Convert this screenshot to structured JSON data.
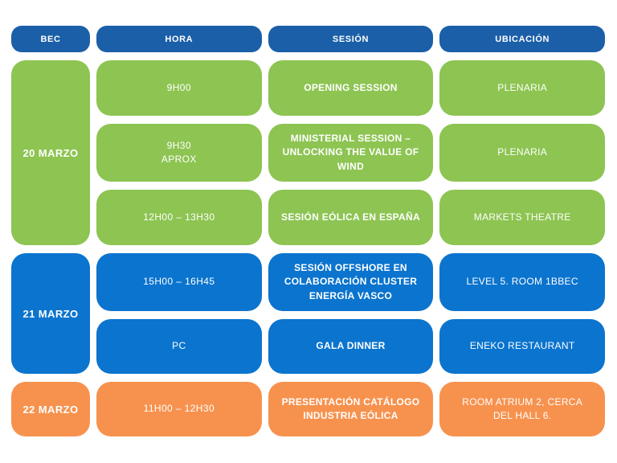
{
  "palette": {
    "header_blue": "#1B5FA8",
    "green": "#8DC452",
    "blue": "#0B74CE",
    "orange": "#F7924E",
    "background": "#FFFFFF",
    "text": "#FFFFFF"
  },
  "header": {
    "columns": {
      "bec": "BEC",
      "hora": "HORA",
      "sesion": "SESIÓN",
      "ubicacion": "UBICACIÓN"
    }
  },
  "groups": [
    {
      "date": "20 MARZO",
      "color": "green",
      "rows": [
        {
          "hora": "9H00",
          "sesion": "OPENING SESSION",
          "ubicacion": "PLENARIA"
        },
        {
          "hora": "9H30\nAPROX",
          "sesion": "MINISTERIAL SESSION – UNLOCKING THE VALUE OF WIND",
          "ubicacion": "PLENARIA"
        },
        {
          "hora": "12H00 – 13H30",
          "sesion": "SESIÓN EÓLICA EN ESPAÑA",
          "ubicacion": "MARKETS THEATRE"
        }
      ]
    },
    {
      "date": "21 MARZO",
      "color": "blue",
      "rows": [
        {
          "hora": "15H00 – 16H45",
          "sesion": "SESIÓN OFFSHORE EN COLABORACIÓN CLUSTER ENERGÍA VASCO",
          "ubicacion": "LEVEL 5. ROOM 1BBEC"
        },
        {
          "hora": "PC",
          "sesion": "GALA DINNER",
          "ubicacion": "ENEKO RESTAURANT"
        }
      ]
    },
    {
      "date": "22 MARZO",
      "color": "orange",
      "rows": [
        {
          "hora": "11H00 – 12H30",
          "sesion": "PRESENTACIÓN CATÁLOGO INDUSTRIA EÓLICA",
          "ubicacion": "ROOM ATRIUM 2, CERCA DEL HALL 6."
        }
      ]
    }
  ]
}
